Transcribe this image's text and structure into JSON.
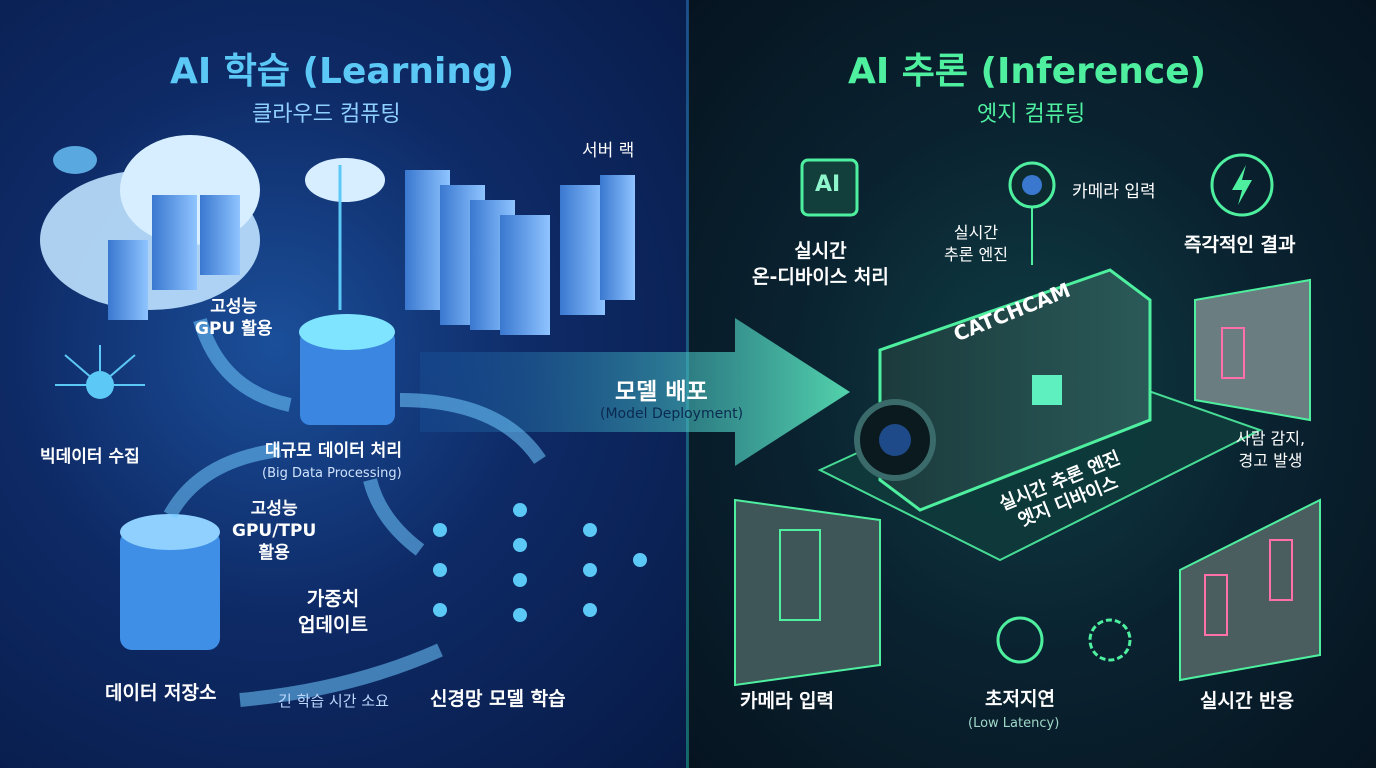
{
  "colors": {
    "learning_accent": "#5cc8f5",
    "inference_accent": "#4ef0a0",
    "left_bg": "#0e2a66",
    "right_bg": "#0a2230",
    "alert_box": "#ff6fa8"
  },
  "learning": {
    "title": "AI 학습 (Learning)",
    "subtitle": "클라우드 컴퓨팅",
    "server_rack": "서버 랙",
    "gpu_line1": "고성능",
    "gpu_line2": "GPU 활용",
    "big_data_collect": "빅데이터 수집",
    "big_data_processing": "대규모 데이터 처리",
    "big_data_processing_en": "(Big Data Processing)",
    "gpu_tpu_line1": "고성능",
    "gpu_tpu_line2": "GPU/TPU",
    "gpu_tpu_line3": "활용",
    "weight_line1": "가중치",
    "weight_line2": "업데이트",
    "data_storage": "데이터 저장소",
    "long_training": "긴 학습 시간 소요",
    "nn_training": "신경망 모델 학습"
  },
  "deployment": {
    "label": "모델 배포",
    "label_en": "(Model Deployment)"
  },
  "inference": {
    "title": "AI 추론 (Inference)",
    "subtitle": "엣지 컴퓨팅",
    "chip_text": "AI",
    "ondevice_line1": "실시간",
    "ondevice_line2": "온-디바이스 처리",
    "engine_line1": "실시간",
    "engine_line2": "추론 엔진",
    "camera_input_top": "카메라 입력",
    "instant_result": "즉각적인 결과",
    "brand": "CATCHCAM",
    "device_line1": "실시간 추론 엔진",
    "device_line2": "엣지 디바이스",
    "person_detect_line1": "사람 감지,",
    "person_detect_line2": "경고 발생",
    "camera_input_bottom": "카메라 입력",
    "low_latency": "초저지연",
    "low_latency_en": "(Low Latency)",
    "realtime_response": "실시간 반응"
  }
}
